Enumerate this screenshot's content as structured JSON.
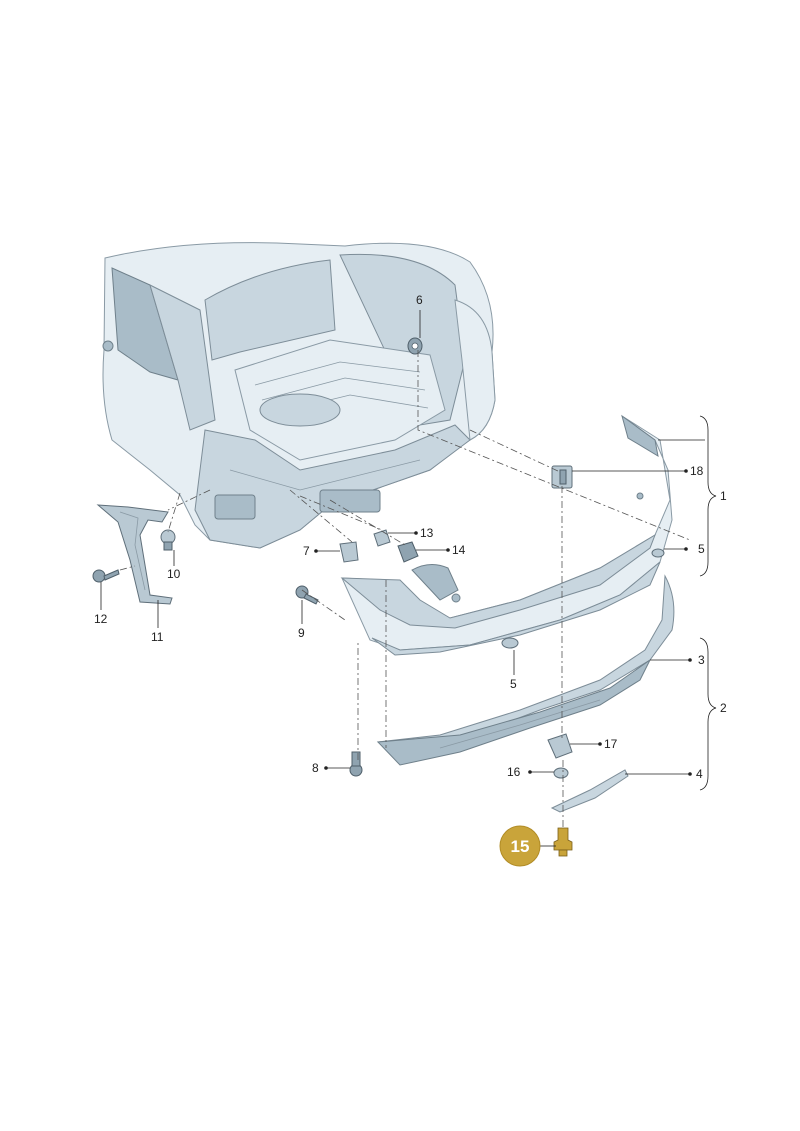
{
  "callouts": {
    "c1": "1",
    "c2": "2",
    "c3": "3",
    "c4": "4",
    "c5a": "5",
    "c5b": "5",
    "c6": "6",
    "c7": "7",
    "c8": "8",
    "c9": "9",
    "c10": "10",
    "c11": "11",
    "c12": "12",
    "c13": "13",
    "c14": "14",
    "c16": "16",
    "c17": "17",
    "c18": "18"
  },
  "highlight": {
    "label": "15",
    "color": "#c9a43a"
  },
  "colors": {
    "body": "#e6eef3",
    "part": "#b9c9d3",
    "line": "#222222"
  }
}
